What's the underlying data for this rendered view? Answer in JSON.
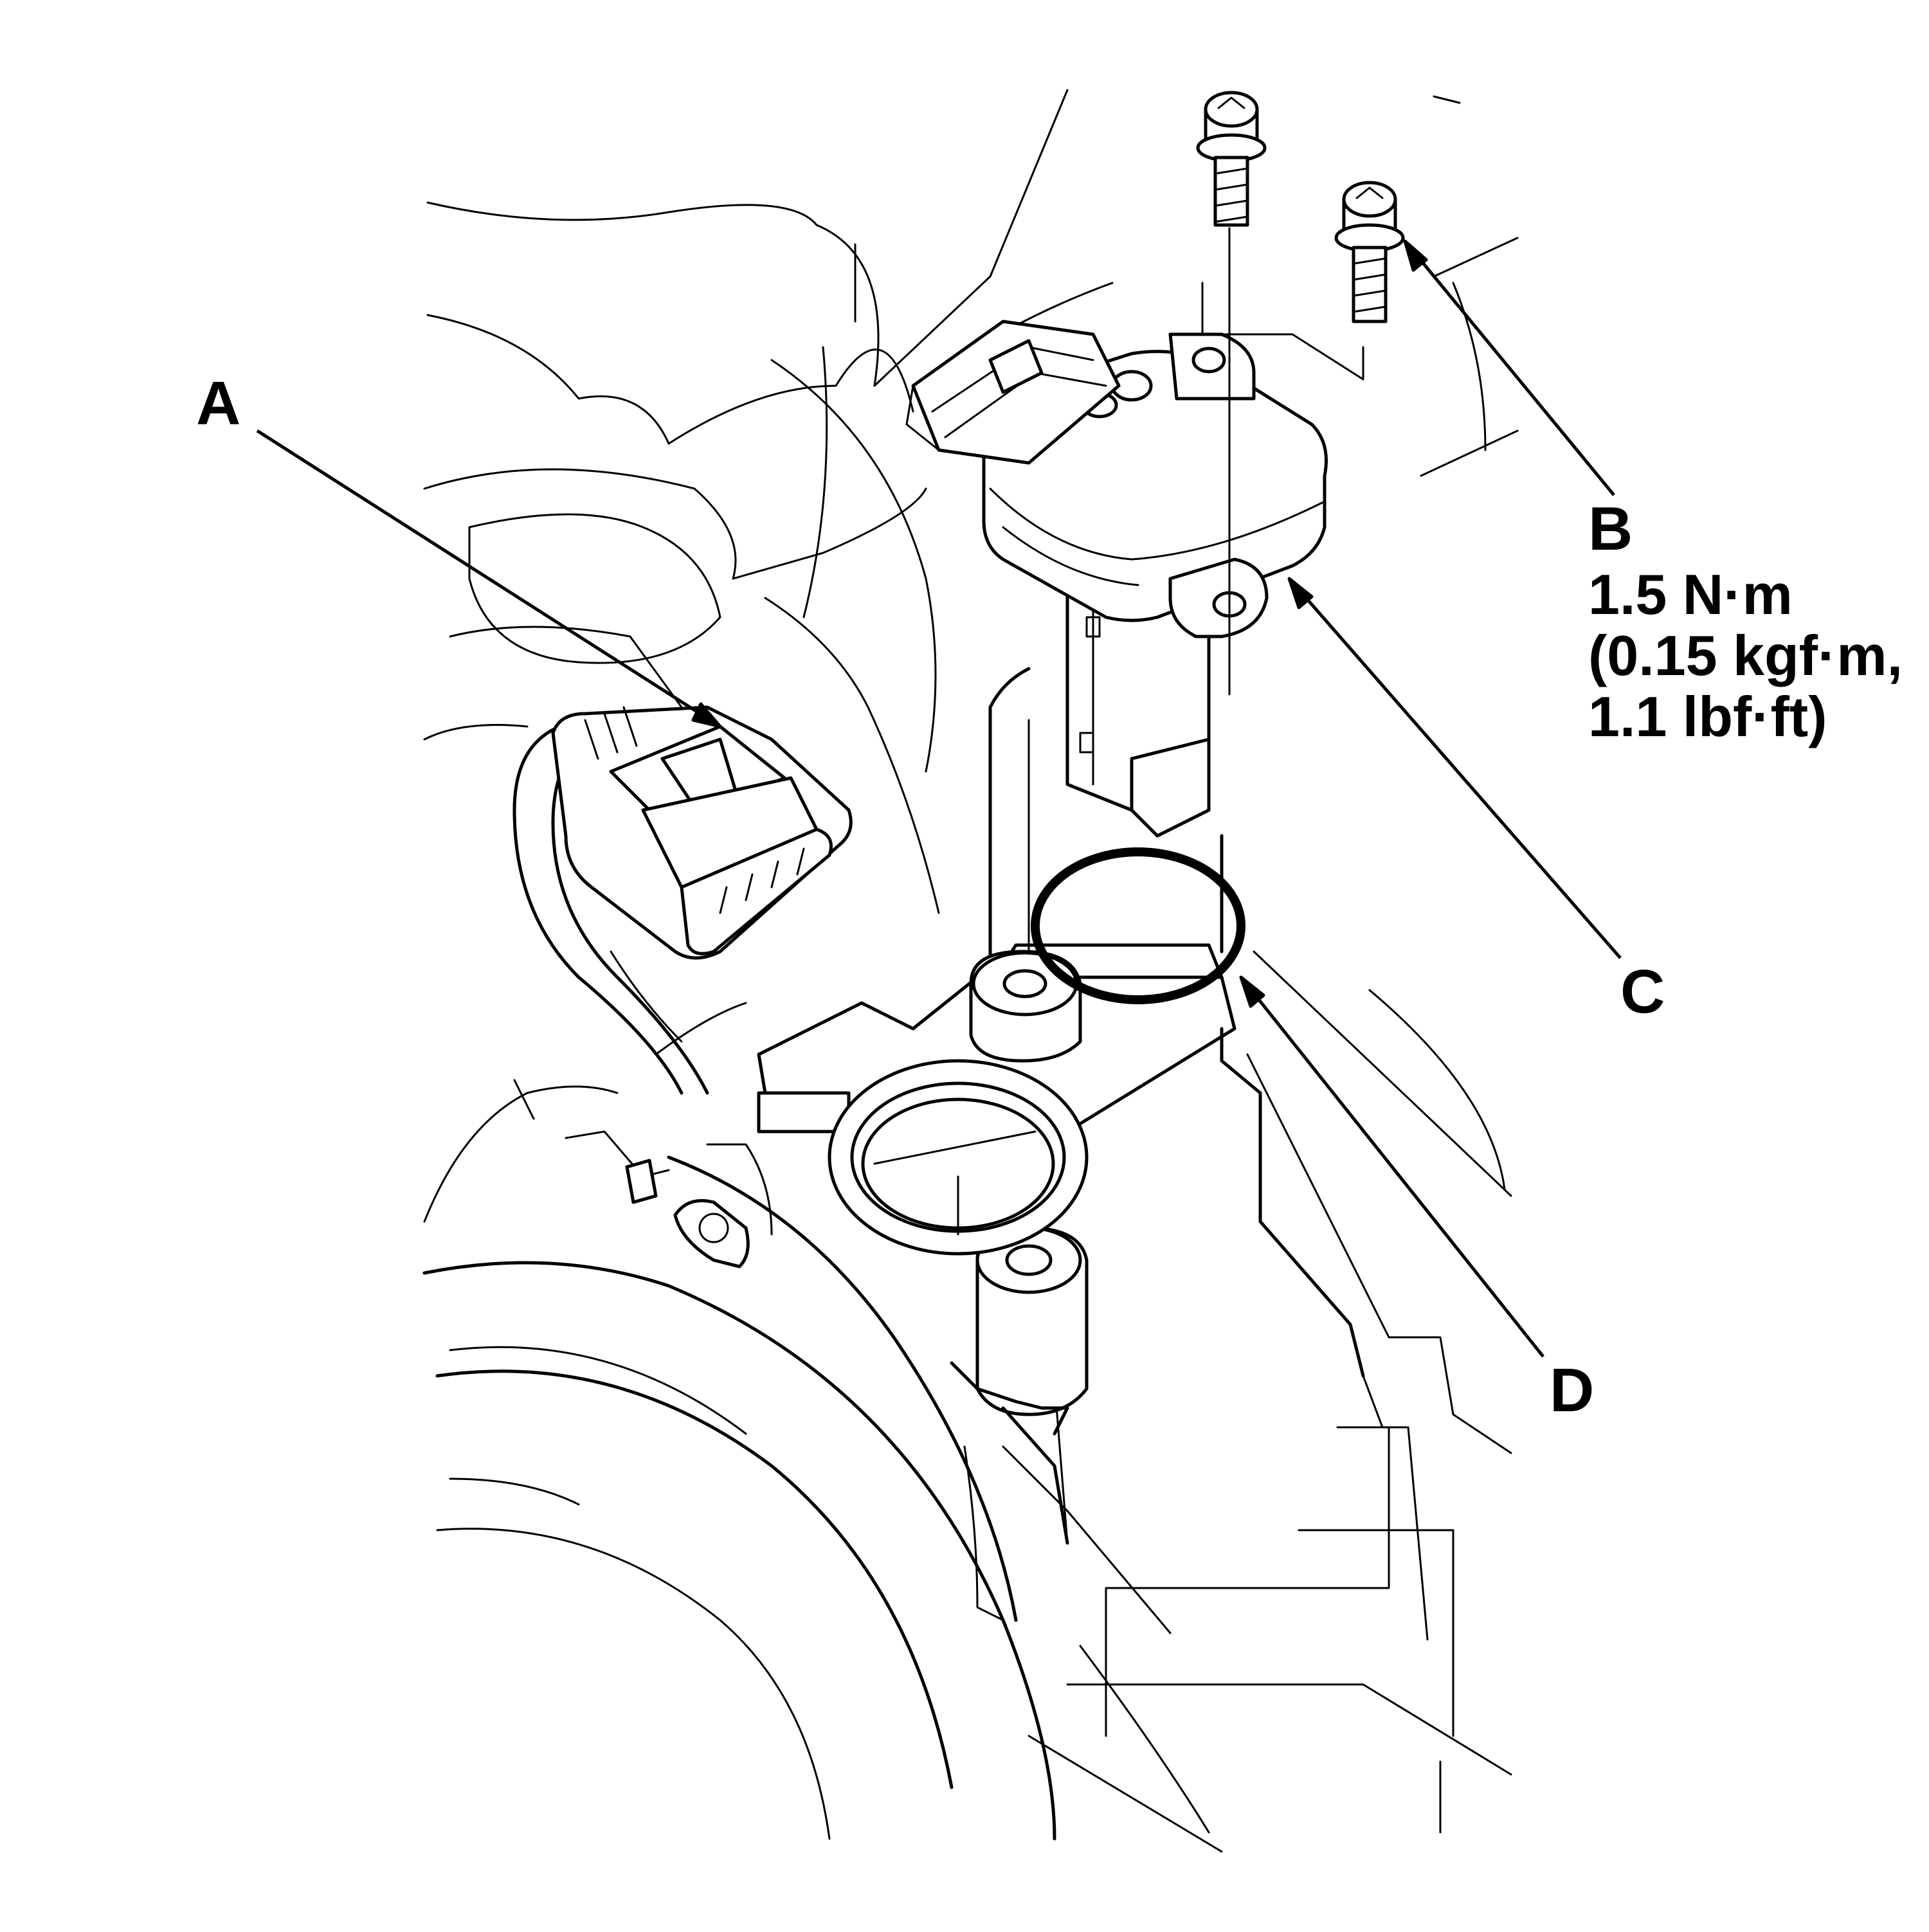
{
  "callouts": {
    "a": {
      "letter": "A"
    },
    "b": {
      "letter": "B",
      "torque_nm": "1.5 N·m",
      "torque_kgf": "(0.15 kgf·m,",
      "torque_lbf": "1.1 lbf·ft)"
    },
    "c": {
      "letter": "C"
    },
    "d": {
      "letter": "D"
    }
  }
}
